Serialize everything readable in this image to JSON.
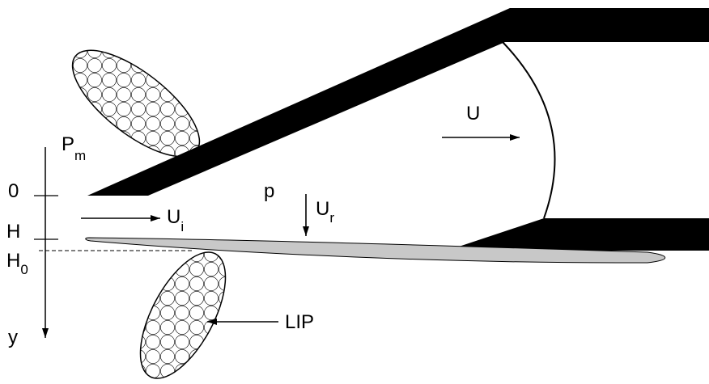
{
  "colors": {
    "ink": "#000000",
    "background": "#ffffff",
    "reed": "#c8c8c8",
    "lip_fill": "#ffffff"
  },
  "labels": {
    "pressure_mouth": "P",
    "pressure_mouth_sub": "m",
    "pressure_channel": "p",
    "velocity_inlet": "U",
    "velocity_inlet_sub": "i",
    "velocity_reed": "U",
    "velocity_reed_sub": "r",
    "velocity_flow": "U",
    "lip": "LIP"
  },
  "axis": {
    "tick_zero": "0",
    "tick_h": "H",
    "tick_h0": "H",
    "tick_h0_sub": "0",
    "axis_label": "y"
  },
  "icons": {
    "lip_pattern": "circle-pattern",
    "arrows": "arrowhead"
  }
}
